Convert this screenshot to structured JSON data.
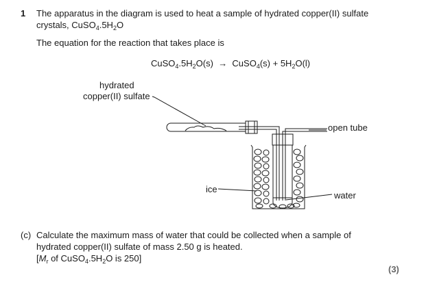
{
  "question": {
    "number": "1",
    "intro_line1": "The apparatus in the diagram is used to heat a sample of hydrated copper(II) sulfate",
    "intro_line2_prefix": "crystals, CuSO",
    "intro_line2_sub1": "4",
    "intro_line2_mid": ".5H",
    "intro_line2_sub2": "2",
    "intro_line2_suffix": "O",
    "equation_intro": "The equation for the reaction that takes place is"
  },
  "equation": {
    "p1": "CuSO",
    "s1": "4",
    "p2": ".5H",
    "s2": "2",
    "p3": "O(s)",
    "arrow": "→",
    "p4": "CuSO",
    "s3": "4",
    "p5": "(s) + 5H",
    "s4": "2",
    "p6": "O(l)"
  },
  "diagram": {
    "label_hydrated": "hydrated",
    "label_copper_sulfate": "copper(II) sulfate",
    "label_open_tube": "open tube",
    "label_ice": "ice",
    "label_water": "water"
  },
  "part_c": {
    "letter": "(c)",
    "line1": "Calculate the maximum mass of water that could be collected when a sample of",
    "line2": "hydrated copper(II) sulfate of mass 2.50 g is heated.",
    "line3_open": "[",
    "line3_M": "M",
    "line3_r": "r",
    "line3_text": " of CuSO",
    "line3_sub1": "4",
    "line3_mid": ".5H",
    "line3_sub2": "2",
    "line3_end": "O is 250]",
    "marks": "(3)"
  }
}
